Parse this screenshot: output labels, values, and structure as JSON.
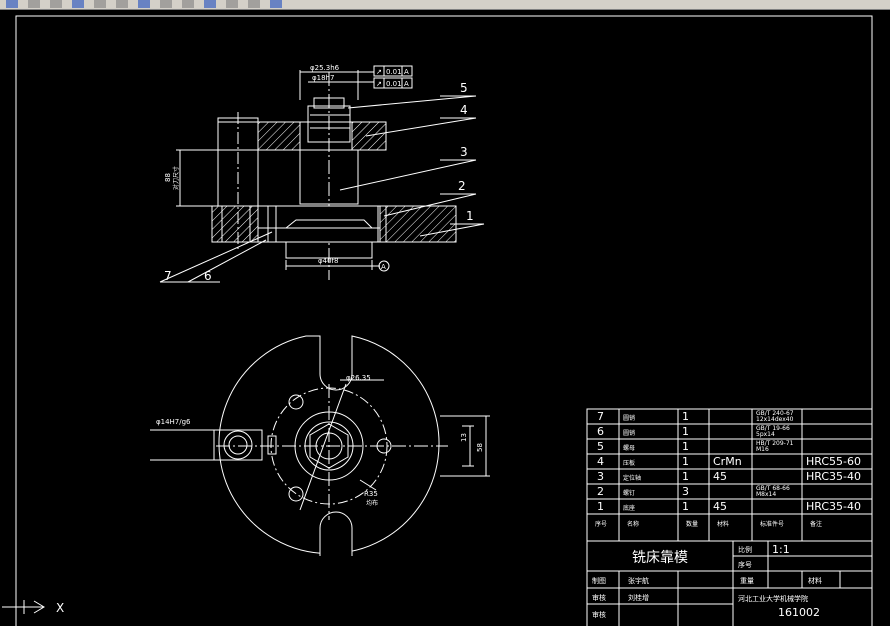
{
  "colors": {
    "background": "#000000",
    "lines": "#ffffff",
    "toolbar": "#d4d0c8",
    "accent": "#1f4fbf"
  },
  "toolbar": {
    "icons": [
      "new-icon",
      "open-icon",
      "save-icon",
      "print-icon",
      "cut-icon",
      "copy-icon",
      "paste-icon",
      "undo-icon",
      "redo-icon",
      "pan-icon",
      "zoom-icon",
      "layer-icon",
      "properties-icon"
    ]
  },
  "front_view": {
    "dims": {
      "shaft_dia": "φ25.3h6",
      "bore_dia": "φ18h7",
      "base_dia": "φ40f8",
      "height": "88",
      "height_note": "对刀尺寸"
    },
    "tolerance1": {
      "symbol": "↗",
      "value": "0.01",
      "datum": "A"
    },
    "tolerance2": {
      "symbol": "↗",
      "value": "0.01",
      "datum": "A"
    },
    "datum_label": "A",
    "callouts": [
      "1",
      "2",
      "3",
      "4",
      "5",
      "6",
      "7"
    ]
  },
  "top_view": {
    "dims": {
      "slot_dia": "φ14H7/g6",
      "bolt_circle": "φ26.35",
      "radius": "R35",
      "radius_note": "均布",
      "width1": "13",
      "width2": "58"
    }
  },
  "bom": {
    "rows": [
      {
        "no": "7",
        "name": "圆销",
        "qty": "1",
        "material": "",
        "std": "GB/T 240-67\n12x14dex40",
        "note": ""
      },
      {
        "no": "6",
        "name": "圆销",
        "qty": "1",
        "material": "",
        "std": "GB/T 19-66\n5px14",
        "note": ""
      },
      {
        "no": "5",
        "name": "螺母",
        "qty": "1",
        "material": "",
        "std": "HB/T 209-71\nM16",
        "note": ""
      },
      {
        "no": "4",
        "name": "压板",
        "qty": "1",
        "material": "CrMn",
        "std": "",
        "note": "HRC55-60"
      },
      {
        "no": "3",
        "name": "定位轴",
        "qty": "1",
        "material": "45",
        "std": "",
        "note": "HRC35-40"
      },
      {
        "no": "2",
        "name": "螺钉",
        "qty": "3",
        "material": "",
        "std": "GB/T 68-66\nM8x14",
        "note": ""
      },
      {
        "no": "1",
        "name": "底座",
        "qty": "1",
        "material": "45",
        "std": "",
        "note": "HRC35-40"
      }
    ],
    "header": {
      "no": "序号",
      "name": "名称",
      "qty": "数量",
      "material": "材料",
      "std": "标准件号",
      "note": "备注"
    }
  },
  "title_block": {
    "title": "铣床靠模",
    "scale_label": "比例",
    "scale_value": "1:1",
    "seq_label": "序号",
    "draw_label": "制图",
    "draw_name": "张宇航",
    "check_label": "审核",
    "check_name": "刘桂增",
    "approve_label": "审核",
    "weight_label": "重量",
    "material_label": "材料",
    "school": "河北工业大学机械学院",
    "drawing_no": "161002"
  },
  "ucs": {
    "x_label": "X"
  }
}
